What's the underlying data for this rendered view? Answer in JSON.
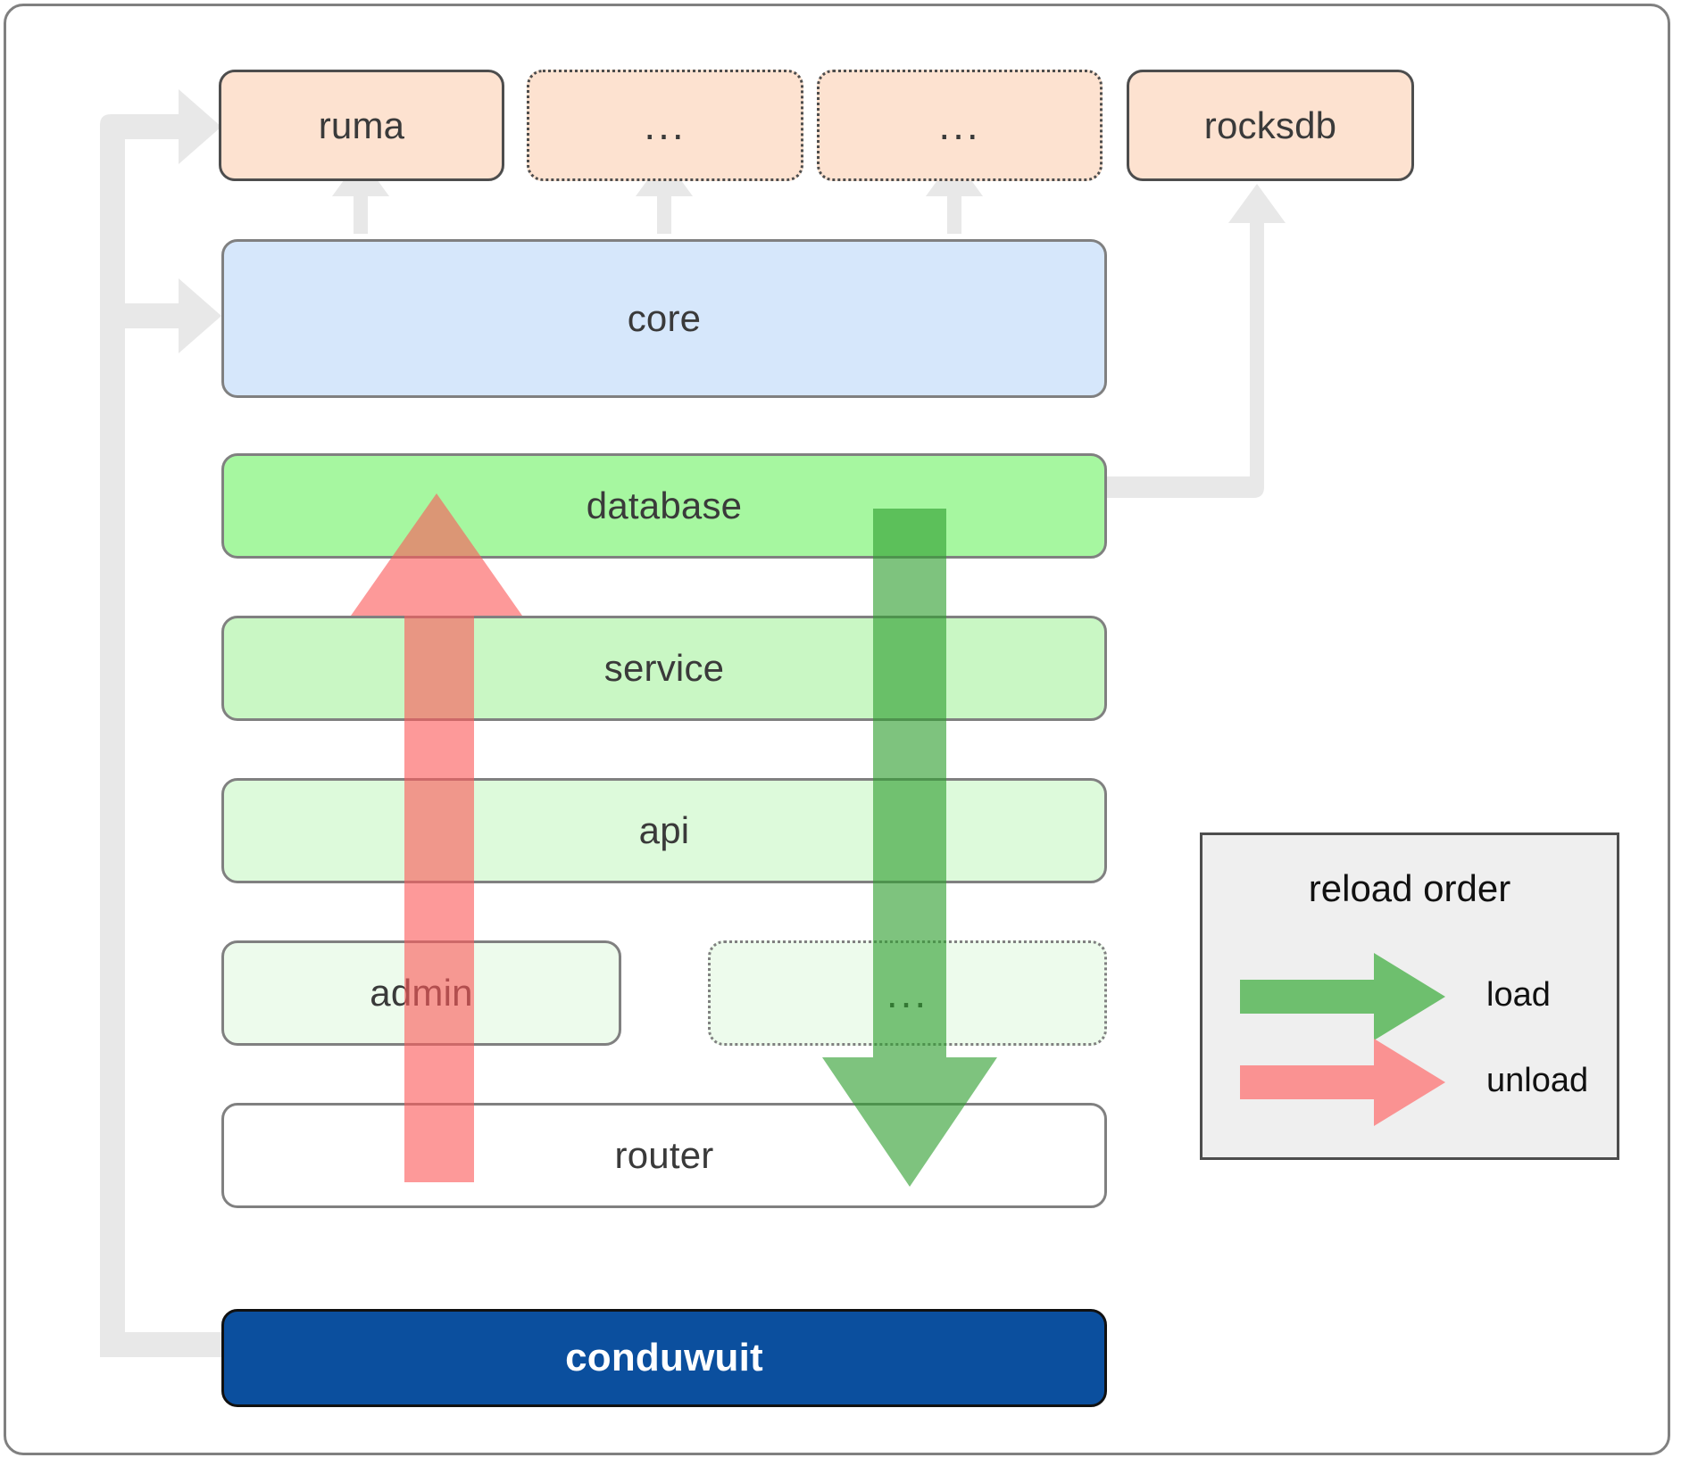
{
  "diagram": {
    "title": "conduwuit crate layer / reload order diagram",
    "colors": {
      "dependency_fill": "#fde2d0",
      "dependency_stroke": "#4d4d4d",
      "core_fill": "#d6e7fb",
      "database_fill": "#a6f7a0",
      "service_fill": "#c9f7c4",
      "api_fill": "#ddfadb",
      "admin_fill": "#edfbec",
      "dots_fill": "#edfbec",
      "router_fill": "#ffffff",
      "layer_stroke": "#808080",
      "app_fill": "#0b4f9e",
      "app_stroke": "#111111",
      "legend_fill": "#efefef",
      "legend_stroke": "#4d4d4d",
      "connector_gray": "#e8e8e8",
      "load_green": "#5cb85c",
      "load_green_dark": "#2e9e2e",
      "unload_red": "#fb8a8a",
      "unload_red_dark": "#fb5a5a"
    },
    "dependencies": [
      {
        "label": "ruma",
        "style": "solid"
      },
      {
        "label": "...",
        "style": "dotted"
      },
      {
        "label": "...",
        "style": "dotted"
      },
      {
        "label": "rocksdb",
        "style": "solid"
      }
    ],
    "core": {
      "label": "core"
    },
    "layers": [
      {
        "label": "database",
        "style": "solid"
      },
      {
        "label": "service",
        "style": "solid"
      },
      {
        "label": "api",
        "style": "solid"
      }
    ],
    "sublayers": [
      {
        "label": "admin",
        "style": "solid"
      },
      {
        "label": "...",
        "style": "dotted"
      }
    ],
    "router": {
      "label": "router"
    },
    "app": {
      "label": "conduwuit"
    },
    "legend": {
      "title": "reload order",
      "entries": [
        {
          "label": "load",
          "color": "#5cb85c"
        },
        {
          "label": "unload",
          "color": "#fb8a8a"
        }
      ]
    },
    "arrows": {
      "unload_direction": "up",
      "load_direction": "down"
    }
  }
}
